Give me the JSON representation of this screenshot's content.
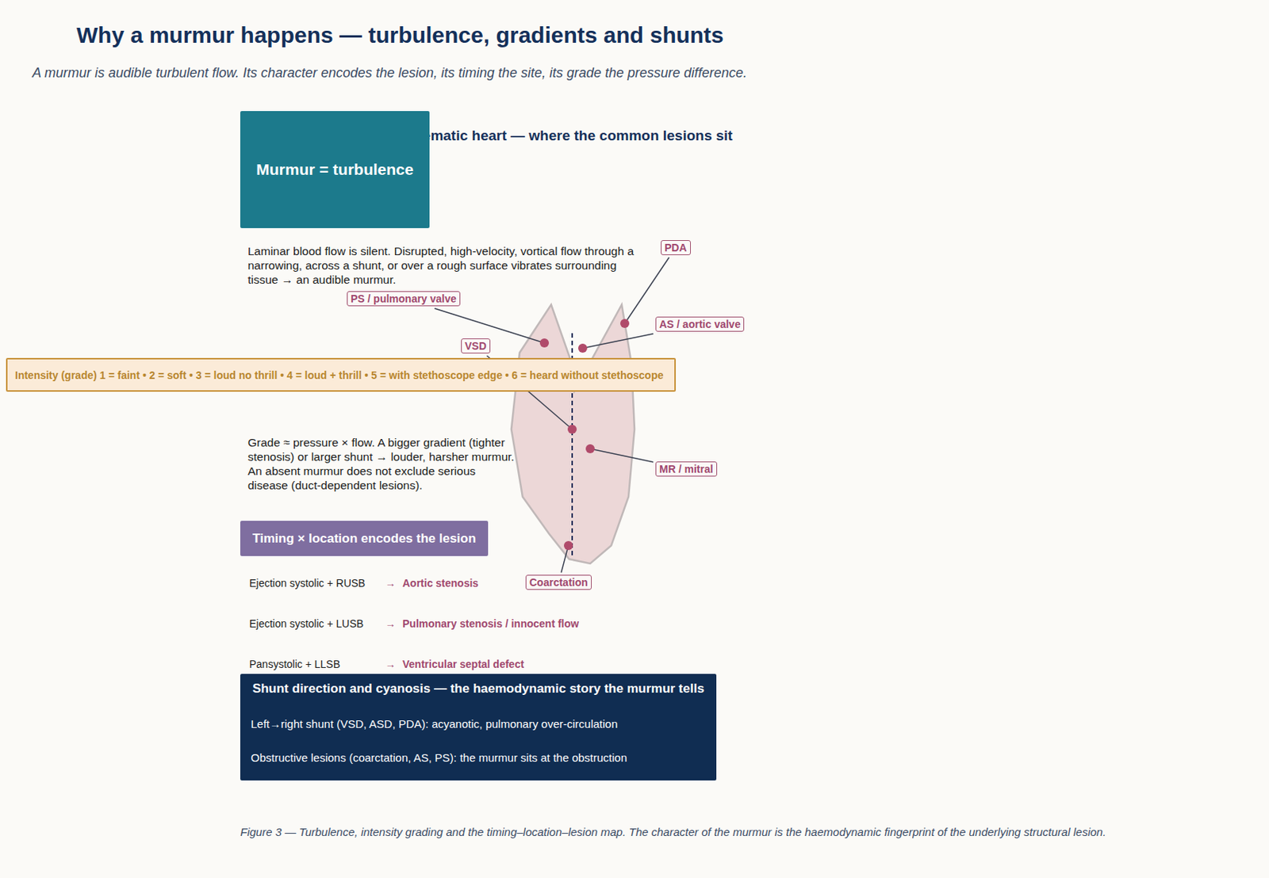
{
  "diagram": {
    "title": "Why a murmur happens — turbulence, gradients and shunts",
    "caption": "Figure 3 — Turbulence, intensity grading and the timing–location–lesion map. The character of the murmur is the haemodynamic fingerprint of the underlying structural lesion.",
    "nodes": [
      {
        "text": [
          "Murmur = turbulence"
        ]
      },
      {
        "text": [
          "PDA"
        ]
      },
      {
        "text": [
          "PS / pulmonary valve"
        ]
      },
      {
        "text": [
          "AS / aortic valve"
        ]
      },
      {
        "text": [
          "VSD"
        ]
      },
      {
        "text": [
          "Intensity (grade)  1 = faint • 2 = soft • 3 = loud no thrill • 4 = loud + thrill • 5 = with stethoscope edge • 6 = heard without stethoscope"
        ]
      },
      {
        "text": [
          "MR / mitral"
        ]
      },
      {
        "text": [
          "Timing × location encodes the lesion"
        ]
      },
      {
        "text": [
          "Coarctation"
        ]
      },
      {
        "text": [
          "Shunt direction and cyanosis — the haemodynamic story the murmur tells",
          "Left→right shunt (VSD, ASD, PDA): acyanotic, pulmonary over-circulation",
          "Obstructive lesions (coarctation, AS, PS): the murmur sits at the obstruction"
        ]
      }
    ],
    "edges": [],
    "labels": [
      "A murmur is audible turbulent flow. Its character encodes the lesion, its timing the site, its grade the pressure difference.",
      "Schematic heart — where the common lesions sit",
      "Laminar blood flow is silent. Disrupted, high-velocity, vortical flow through a narrowing, across a shunt, or over a rough surface vibrates surrounding tissue → an audible murmur.",
      "Grade ≈ pressure × flow. A bigger gradient (tighter stenosis) or larger shunt → louder, harsher murmur. An absent murmur does not exclude serious disease (duct-dependent lesions).",
      "Ejection systolic + RUSB",
      "→",
      "Aortic stenosis",
      "Ejection systolic + LUSB",
      "→",
      "Pulmonary stenosis / innocent flow",
      "Pansystolic + LLSB",
      "→",
      "Ventricular septal defect"
    ]
  }
}
